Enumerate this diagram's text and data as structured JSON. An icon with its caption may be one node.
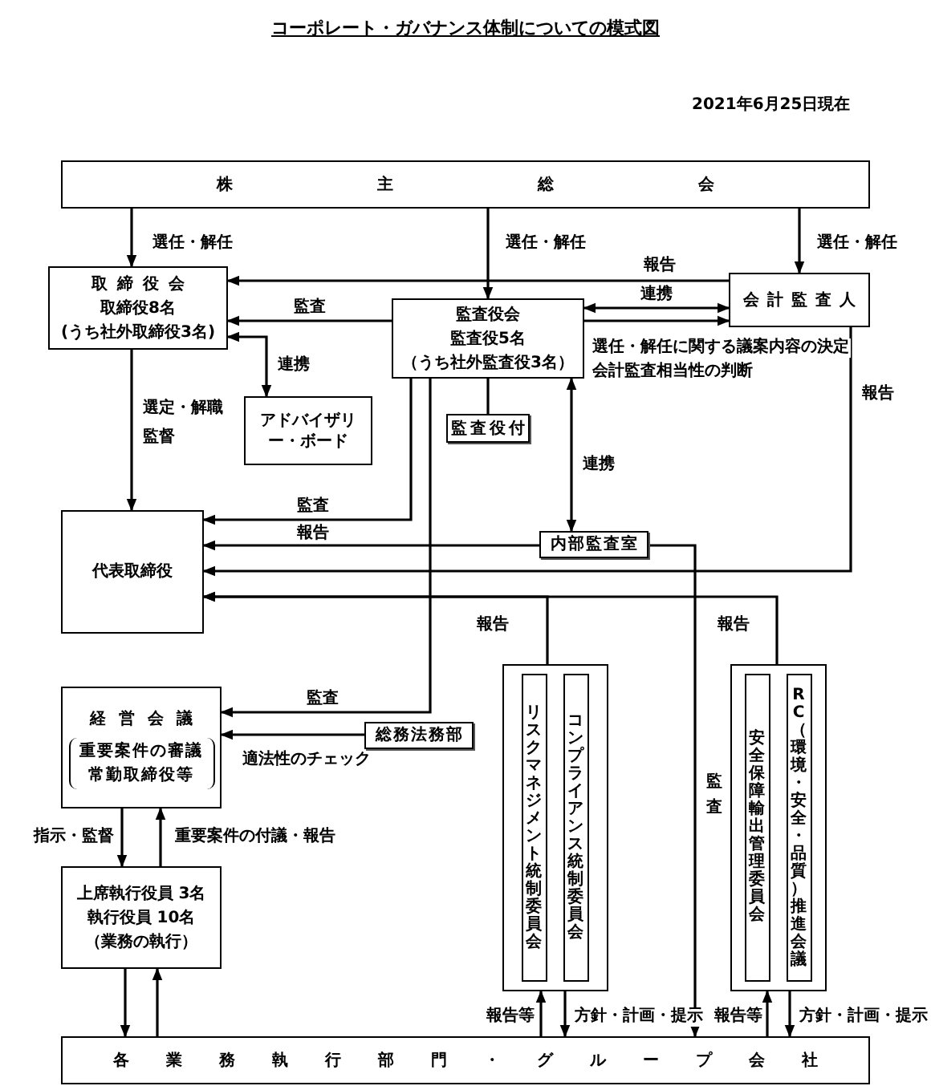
{
  "diagram": {
    "title": "コーポレート・ガバナンス体制についての模式図",
    "nodes": [
      {
        "text": [
          "株主総会"
        ]
      },
      {
        "text": [
          "取締役会",
          "取締役8名",
          "(うち社外取締役3名)"
        ]
      },
      {
        "text": [
          "監査役会",
          "監査役5名",
          "（うち社外監査役3名）"
        ]
      },
      {
        "text": [
          "会計監査人"
        ]
      },
      {
        "text": [
          "アドバイザリー・ボード"
        ]
      },
      {
        "text": [
          "監査役付"
        ]
      },
      {
        "text": [
          "代表取締役"
        ]
      },
      {
        "text": [
          "内部監査室"
        ]
      },
      {
        "text": [
          "経営会議",
          "重要案件の審議",
          "常勤取締役等"
        ]
      },
      {
        "text": [
          "総務法務部"
        ]
      },
      {
        "text": [
          "上席執行役員 3名",
          "執行役員 10名",
          "（業務の執行）"
        ]
      },
      {
        "text": [],
        "shape": "box"
      },
      {
        "text": [
          "リスクマネジメント統制委員会"
        ],
        "in": 11
      },
      {
        "text": [
          "コンプライアンス統制委員会"
        ],
        "in": 11
      },
      {
        "text": [],
        "shape": "box"
      },
      {
        "text": [
          "安全保障輸出管理委員会"
        ],
        "in": 14
      },
      {
        "text": [
          "RC（環境・安全・品質）推進会議"
        ],
        "in": 14
      },
      {
        "text": [
          "各業務執行部門・グループ会社"
        ]
      }
    ],
    "edges": [
      {
        "from": 0,
        "to": 1,
        "arrow": "to",
        "label": "選任・解任"
      },
      {
        "from": 0,
        "to": 2,
        "arrow": "to",
        "label": "選任・解任"
      },
      {
        "from": 0,
        "to": 3,
        "arrow": "to",
        "label": "選任・解任"
      },
      {
        "from": 3,
        "to": 1,
        "arrow": "to",
        "label": "報告"
      },
      {
        "from": 2,
        "to": 3,
        "arrow": "both",
        "label": "連携"
      },
      {
        "from": 2,
        "to": 3,
        "arrow": "to"
      },
      {
        "from": 2,
        "to": 1,
        "arrow": "to",
        "label": "監査"
      },
      {
        "from": 1,
        "to": 4,
        "arrow": "both",
        "label": "連携"
      },
      {
        "from": 1,
        "to": 6,
        "arrow": "to",
        "label": "選定・解職監督"
      },
      {
        "from": 2,
        "to": 5,
        "arrow": "none"
      },
      {
        "from": 2,
        "to": 7,
        "arrow": "both",
        "label": "連携"
      },
      {
        "from": 2,
        "to": 6,
        "arrow": "to",
        "label": "監査"
      },
      {
        "from": 7,
        "to": 6,
        "arrow": "to",
        "label": "報告"
      },
      {
        "from": 3,
        "to": 6,
        "arrow": "to",
        "label": "報告"
      },
      {
        "from": 11,
        "to": 6,
        "arrow": "to",
        "label": "報告"
      },
      {
        "from": 14,
        "to": 6,
        "arrow": "to",
        "label": "報告"
      },
      {
        "from": 2,
        "to": 8,
        "arrow": "to",
        "label": "監査"
      },
      {
        "from": 9,
        "to": 8,
        "arrow": "to",
        "label": "適法性のチェック"
      },
      {
        "from": 7,
        "to": 17,
        "arrow": "to",
        "label": "監査"
      },
      {
        "from": 8,
        "to": 10,
        "arrow": "to",
        "label": "指示・監督"
      },
      {
        "from": 10,
        "to": 8,
        "arrow": "to",
        "label": "重要案件の付議・報告"
      },
      {
        "from": 10,
        "to": 17,
        "arrow": "to"
      },
      {
        "from": 17,
        "to": 10,
        "arrow": "to"
      },
      {
        "from": 17,
        "to": 11,
        "arrow": "to",
        "label": "報告等"
      },
      {
        "from": 11,
        "to": 17,
        "arrow": "to",
        "label": "方針・計画・提示"
      },
      {
        "from": 17,
        "to": 14,
        "arrow": "to",
        "label": "報告等"
      },
      {
        "from": 14,
        "to": 17,
        "arrow": "to",
        "label": "方針・計画・提示"
      }
    ],
    "labels": [
      "2021年6月25日現在",
      "選任・解任に関する議案内容の決定",
      "会計監査相当性の判断"
    ]
  }
}
